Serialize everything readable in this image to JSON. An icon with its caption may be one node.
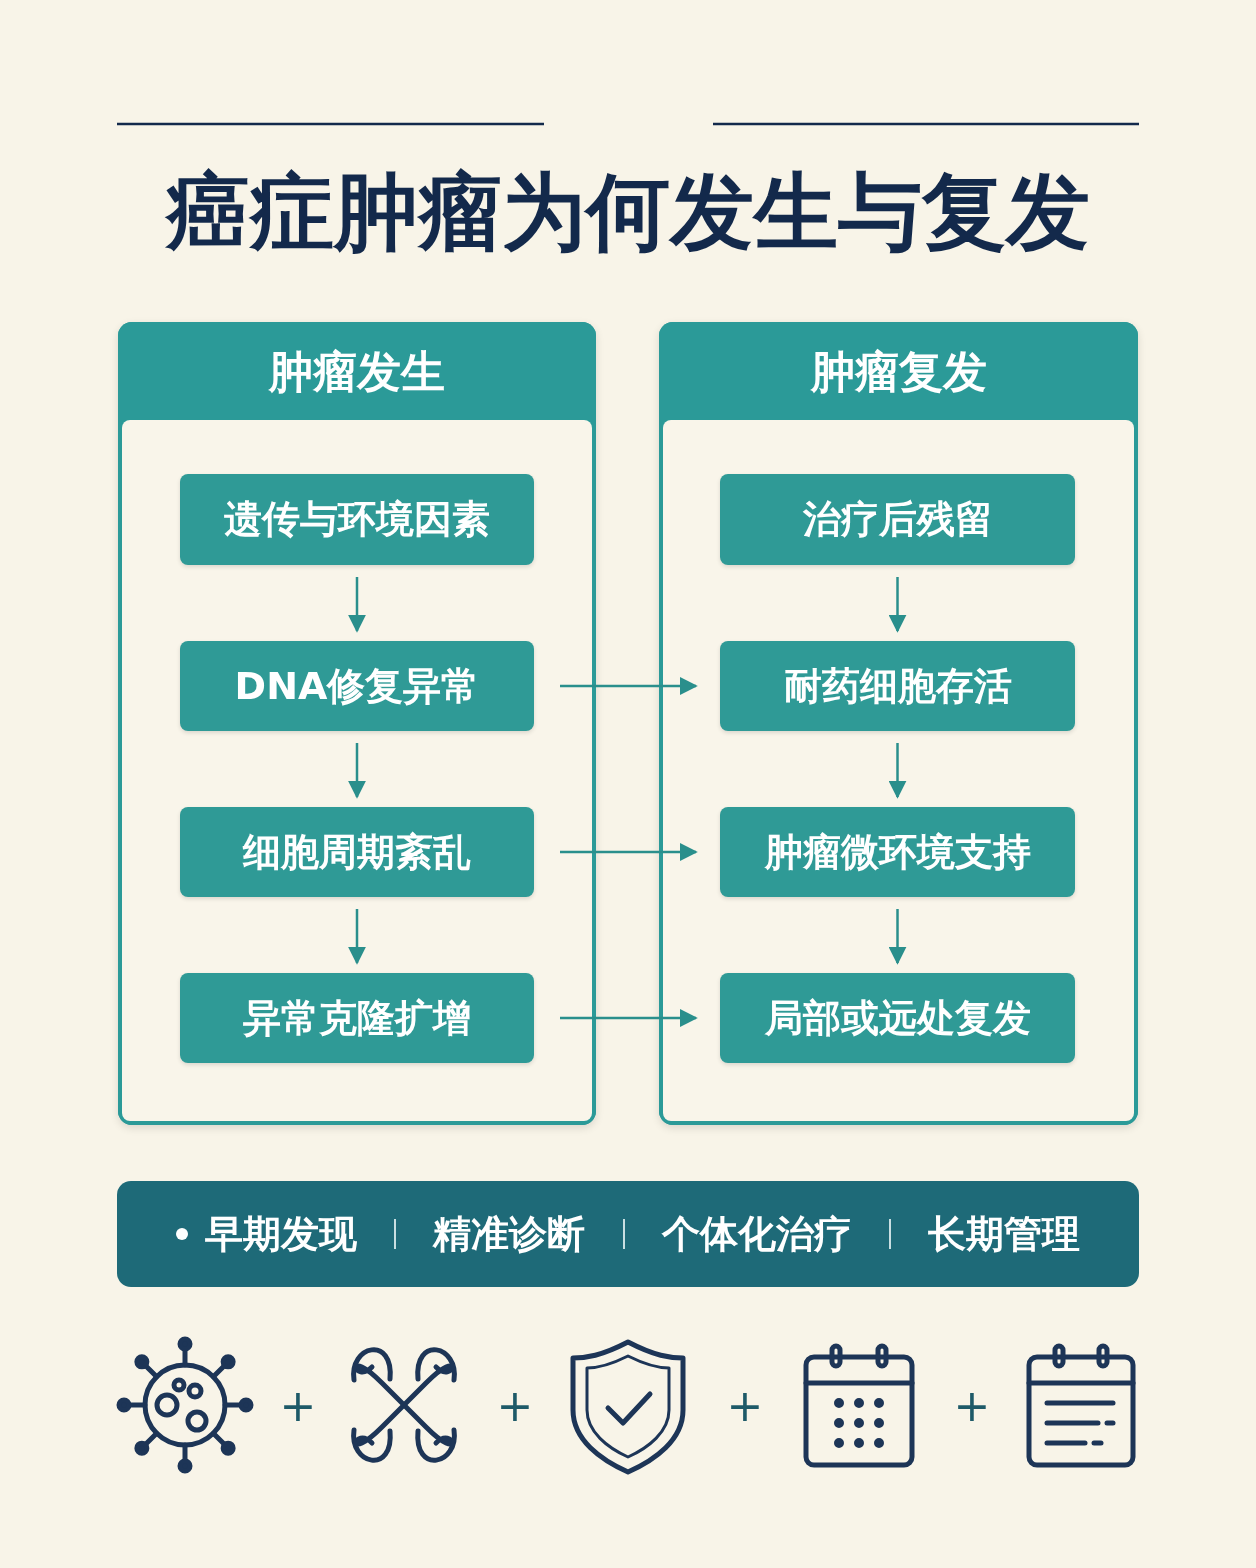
{
  "diagram": {
    "title": "癌症肿瘤为何发生与复发",
    "nodes": [
      {
        "text": [
          "肿瘤发生"
        ]
      },
      {
        "text": [
          "遗传与环境因素"
        ],
        "in": 0
      },
      {
        "text": [
          "DNA修复异常"
        ],
        "in": 0
      },
      {
        "text": [
          "细胞周期紊乱"
        ],
        "in": 0
      },
      {
        "text": [
          "异常克隆扩增"
        ],
        "in": 0
      },
      {
        "text": [
          "肿瘤复发"
        ]
      },
      {
        "text": [
          "治疗后残留"
        ],
        "in": 5
      },
      {
        "text": [
          "耐药细胞存活"
        ],
        "in": 5
      },
      {
        "text": [
          "肿瘤微环境支持"
        ],
        "in": 5
      },
      {
        "text": [
          "局部或远处复发"
        ],
        "in": 5
      },
      {
        "text": [
          "早期发现",
          "精准诊断",
          "个体化治疗",
          "长期管理"
        ]
      }
    ],
    "edges": [
      {
        "from": 1,
        "to": 2,
        "arrow": "to"
      },
      {
        "from": 2,
        "to": 3,
        "arrow": "to"
      },
      {
        "from": 3,
        "to": 4,
        "arrow": "to"
      },
      {
        "from": 6,
        "to": 7,
        "arrow": "to"
      },
      {
        "from": 7,
        "to": 8,
        "arrow": "to"
      },
      {
        "from": 8,
        "to": 9,
        "arrow": "to"
      },
      {
        "from": 2,
        "to": 7,
        "arrow": "to"
      },
      {
        "from": 3,
        "to": 8,
        "arrow": "to"
      },
      {
        "from": 4,
        "to": 9,
        "arrow": "to"
      }
    ],
    "labels": [
      "+",
      "+",
      "+",
      "+"
    ]
  }
}
